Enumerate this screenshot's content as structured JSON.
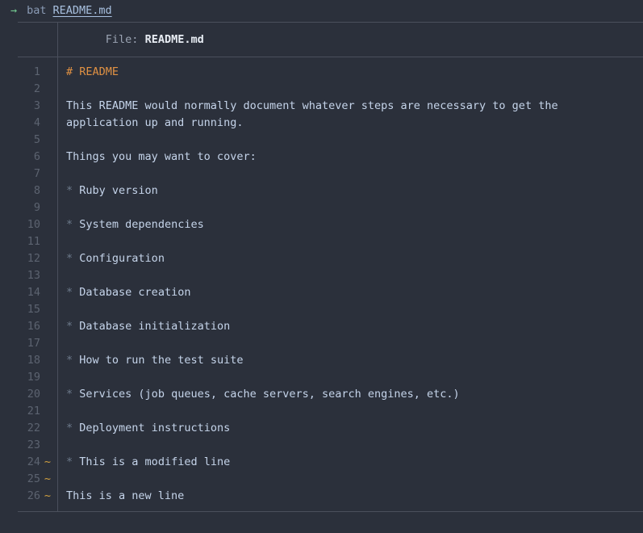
{
  "terminal": {
    "prompt_arrow": "→",
    "command": "bat",
    "argument": "README.md",
    "colors": {
      "background": "#2b303b",
      "prompt_arrow": "#73c991",
      "command": "#8a9bb5",
      "argument": "#a8c0df",
      "rule": "#4a4f5c",
      "line_number": "#5c6370",
      "modified_marker": "#d0a040",
      "heading": "#e09143",
      "bullet": "#6d7a8c",
      "body_text": "#c5d4ea",
      "header_label": "#9aa3b2",
      "header_file": "#e8edf4"
    }
  },
  "file_header": {
    "label": "File:",
    "filename": "README.md"
  },
  "gutter_rows": [
    {
      "number": "1",
      "marker": ""
    },
    {
      "number": "2",
      "marker": ""
    },
    {
      "number": "3",
      "marker": ""
    },
    {
      "number": "4",
      "marker": ""
    },
    {
      "number": "5",
      "marker": ""
    },
    {
      "number": "6",
      "marker": ""
    },
    {
      "number": "7",
      "marker": ""
    },
    {
      "number": "8",
      "marker": ""
    },
    {
      "number": "9",
      "marker": ""
    },
    {
      "number": "10",
      "marker": ""
    },
    {
      "number": "11",
      "marker": ""
    },
    {
      "number": "12",
      "marker": ""
    },
    {
      "number": "13",
      "marker": ""
    },
    {
      "number": "14",
      "marker": ""
    },
    {
      "number": "15",
      "marker": ""
    },
    {
      "number": "16",
      "marker": ""
    },
    {
      "number": "17",
      "marker": ""
    },
    {
      "number": "18",
      "marker": ""
    },
    {
      "number": "19",
      "marker": ""
    },
    {
      "number": "20",
      "marker": ""
    },
    {
      "number": "21",
      "marker": ""
    },
    {
      "number": "22",
      "marker": ""
    },
    {
      "number": "23",
      "marker": ""
    },
    {
      "number": "24",
      "marker": "~"
    },
    {
      "number": "25",
      "marker": "~"
    },
    {
      "number": "26",
      "marker": "~"
    }
  ],
  "code_rows": [
    {
      "kind": "heading",
      "bullet": "",
      "text": "# README"
    },
    {
      "kind": "blank",
      "bullet": "",
      "text": ""
    },
    {
      "kind": "text",
      "bullet": "",
      "text": "This README would normally document whatever steps are necessary to get the"
    },
    {
      "kind": "text",
      "bullet": "",
      "text": "application up and running."
    },
    {
      "kind": "blank",
      "bullet": "",
      "text": ""
    },
    {
      "kind": "text",
      "bullet": "",
      "text": "Things you may want to cover:"
    },
    {
      "kind": "blank",
      "bullet": "",
      "text": ""
    },
    {
      "kind": "bullet",
      "bullet": "*",
      "text": "Ruby version"
    },
    {
      "kind": "blank",
      "bullet": "",
      "text": ""
    },
    {
      "kind": "bullet",
      "bullet": "*",
      "text": "System dependencies"
    },
    {
      "kind": "blank",
      "bullet": "",
      "text": ""
    },
    {
      "kind": "bullet",
      "bullet": "*",
      "text": "Configuration"
    },
    {
      "kind": "blank",
      "bullet": "",
      "text": ""
    },
    {
      "kind": "bullet",
      "bullet": "*",
      "text": "Database creation"
    },
    {
      "kind": "blank",
      "bullet": "",
      "text": ""
    },
    {
      "kind": "bullet",
      "bullet": "*",
      "text": "Database initialization"
    },
    {
      "kind": "blank",
      "bullet": "",
      "text": ""
    },
    {
      "kind": "bullet",
      "bullet": "*",
      "text": "How to run the test suite"
    },
    {
      "kind": "blank",
      "bullet": "",
      "text": ""
    },
    {
      "kind": "bullet",
      "bullet": "*",
      "text": "Services (job queues, cache servers, search engines, etc.)"
    },
    {
      "kind": "blank",
      "bullet": "",
      "text": ""
    },
    {
      "kind": "bullet",
      "bullet": "*",
      "text": "Deployment instructions"
    },
    {
      "kind": "blank",
      "bullet": "",
      "text": ""
    },
    {
      "kind": "bullet",
      "bullet": "*",
      "text": "This is a modified line"
    },
    {
      "kind": "blank",
      "bullet": "",
      "text": ""
    },
    {
      "kind": "text",
      "bullet": "",
      "text": "This is a new line"
    }
  ]
}
